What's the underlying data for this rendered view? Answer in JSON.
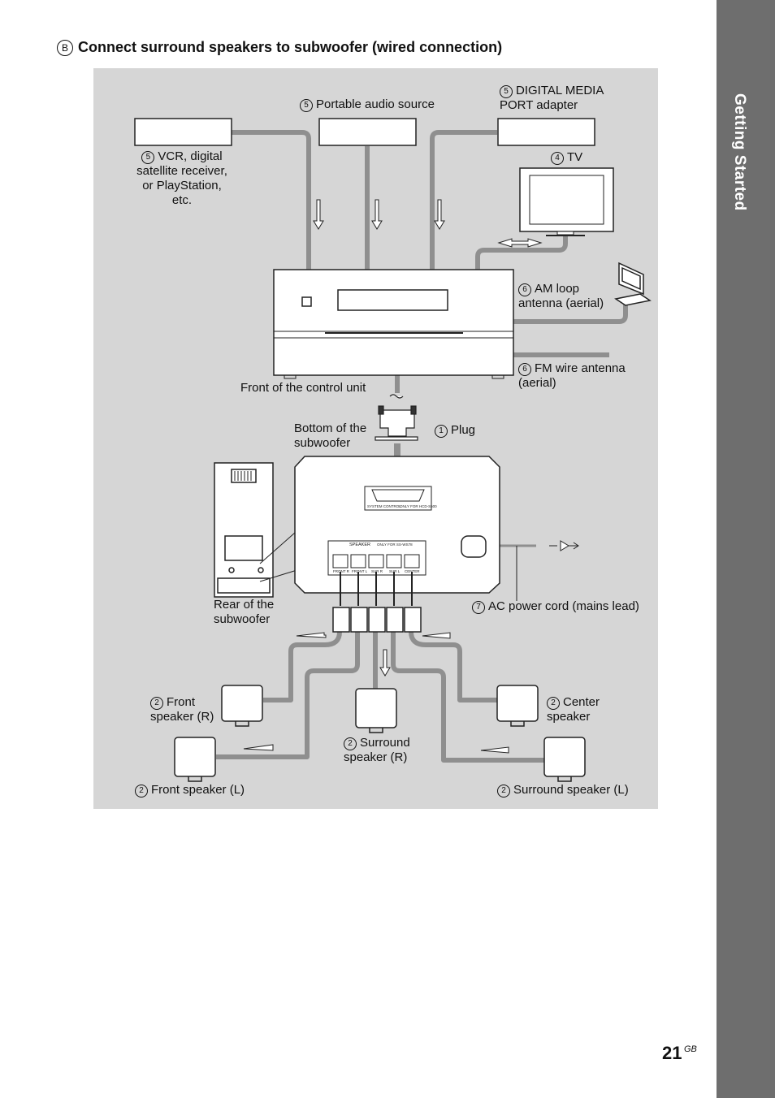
{
  "heading": {
    "marker": "B",
    "title": "Connect surround speakers to subwoofer (wired connection)"
  },
  "side_tab": "Getting Started",
  "page": {
    "number": "21",
    "suffix": "GB"
  },
  "labels": {
    "portable": {
      "num": "5",
      "text": "Portable audio source"
    },
    "digital_media": {
      "num": "5",
      "line1": "DIGITAL MEDIA",
      "line2": "PORT adapter"
    },
    "vcr": {
      "num": "5",
      "line1": "VCR, digital",
      "line2": "satellite receiver,",
      "line3": "or PlayStation,",
      "line4": "etc."
    },
    "tv": {
      "num": "4",
      "text": "TV"
    },
    "am_loop": {
      "num": "6",
      "line1": "AM loop",
      "line2": "antenna (aerial)"
    },
    "fm_wire": {
      "num": "6",
      "line1": "FM wire antenna",
      "line2": "(aerial)"
    },
    "front_control": "Front of the control unit",
    "bottom_sub": {
      "line1": "Bottom of the",
      "line2": "subwoofer"
    },
    "plug": {
      "num": "1",
      "text": "Plug"
    },
    "rear_sub": {
      "line1": "Rear of the",
      "line2": "subwoofer"
    },
    "ac_cord": {
      "num": "7",
      "text": "AC power cord (mains lead)"
    },
    "front_r": {
      "num": "2",
      "line1": "Front",
      "line2": "speaker (R)"
    },
    "center": {
      "num": "2",
      "line1": "Center",
      "line2": "speaker"
    },
    "surround_r": {
      "num": "2",
      "line1": "Surround",
      "line2": "speaker (R)"
    },
    "front_l": {
      "num": "2",
      "text": "Front speaker (L)"
    },
    "surround_l": {
      "num": "2",
      "text": "Surround speaker (L)"
    }
  },
  "panel_text": {
    "system_control": "SYSTEM CONTROL",
    "system_control_note": "ONLY FOR HCD-S500",
    "speaker": "SPEAKER",
    "speaker_note": "ONLY FOR SS-WS78",
    "jacks": [
      "FRONT R",
      "FRONT L",
      "SUR R",
      "SUR L",
      "CENTER"
    ]
  },
  "colors": {
    "diagram_bg": "#d6d6d6",
    "cable": "#8f8f8f",
    "side_tab": "#6e6e6e"
  }
}
